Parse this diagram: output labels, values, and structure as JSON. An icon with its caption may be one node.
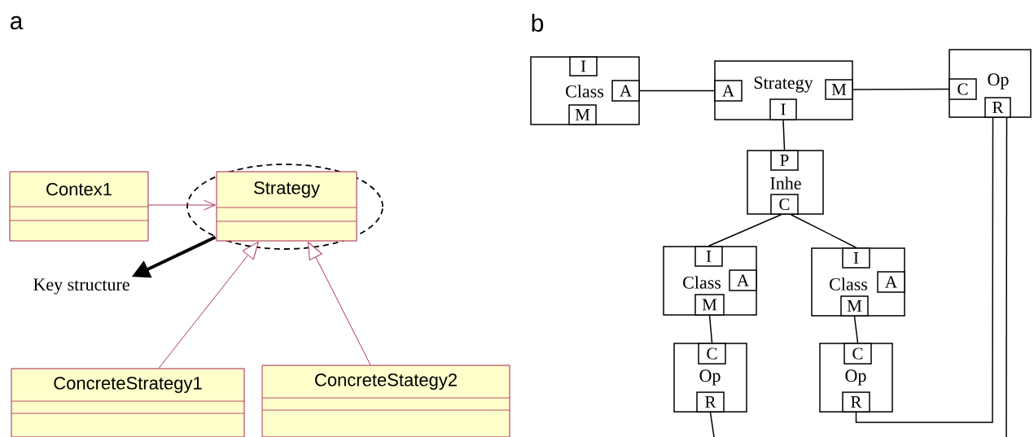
{
  "diagram": {
    "nodes": [
      {
        "text": [
          "Contex1"
        ]
      },
      {
        "text": [],
        "shape": "ellipse"
      },
      {
        "text": [
          "Strategy"
        ],
        "in": 1
      },
      {
        "text": [
          "ConcreteStrategy1"
        ]
      },
      {
        "text": [
          "ConcreteStategy2"
        ]
      },
      {
        "text": [
          "Key structure"
        ]
      },
      {
        "text": [
          "Class"
        ]
      },
      {
        "text": [
          "I"
        ],
        "in": 6
      },
      {
        "text": [
          "A"
        ],
        "in": 6
      },
      {
        "text": [
          "M"
        ],
        "in": 6
      },
      {
        "text": [
          "Strategy"
        ]
      },
      {
        "text": [
          "A"
        ],
        "in": 10
      },
      {
        "text": [
          "M"
        ],
        "in": 10
      },
      {
        "text": [
          "I"
        ],
        "in": 10
      },
      {
        "text": [
          "Op"
        ]
      },
      {
        "text": [
          "C"
        ],
        "in": 14
      },
      {
        "text": [
          "R"
        ],
        "in": 14
      },
      {
        "text": [
          "Inhe"
        ]
      },
      {
        "text": [
          "P"
        ],
        "in": 17
      },
      {
        "text": [
          "C"
        ],
        "in": 17
      },
      {
        "text": [
          "Class"
        ]
      },
      {
        "text": [
          "I"
        ],
        "in": 20
      },
      {
        "text": [
          "A"
        ],
        "in": 20
      },
      {
        "text": [
          "M"
        ],
        "in": 20
      },
      {
        "text": [
          "Class"
        ]
      },
      {
        "text": [
          "I"
        ],
        "in": 24
      },
      {
        "text": [
          "A"
        ],
        "in": 24
      },
      {
        "text": [
          "M"
        ],
        "in": 24
      },
      {
        "text": [
          "Op"
        ]
      },
      {
        "text": [
          "C"
        ],
        "in": 28
      },
      {
        "text": [
          "R"
        ],
        "in": 28
      },
      {
        "text": [
          "Op"
        ]
      },
      {
        "text": [
          "C"
        ],
        "in": 31
      },
      {
        "text": [
          "R"
        ],
        "in": 31
      }
    ],
    "edges": [
      {
        "from": 0,
        "to": 2,
        "arrow": "to",
        "color": "#a3224f"
      },
      {
        "from": 3,
        "to": 2,
        "arrow": "to",
        "color": "#a3224f"
      },
      {
        "from": 4,
        "to": 2,
        "arrow": "to",
        "color": "#a3224f"
      },
      {
        "from": 1,
        "to": 5,
        "arrow": "to",
        "style": "thick"
      },
      {
        "from": 8,
        "to": 11,
        "arrow": "none"
      },
      {
        "from": 12,
        "to": 15,
        "arrow": "none"
      },
      {
        "from": 13,
        "to": 18,
        "arrow": "none"
      },
      {
        "from": 19,
        "to": 21,
        "arrow": "none"
      },
      {
        "from": 19,
        "to": 25,
        "arrow": "none"
      },
      {
        "from": 23,
        "to": 29,
        "arrow": "none"
      },
      {
        "from": 27,
        "to": 32,
        "arrow": "none"
      },
      {
        "from": 33,
        "to": 16,
        "arrow": "none"
      },
      {
        "from": 16,
        "to": null,
        "arrow": "none"
      },
      {
        "from": 30,
        "to": null,
        "arrow": "none"
      }
    ],
    "labels": [
      "a",
      "b"
    ]
  }
}
